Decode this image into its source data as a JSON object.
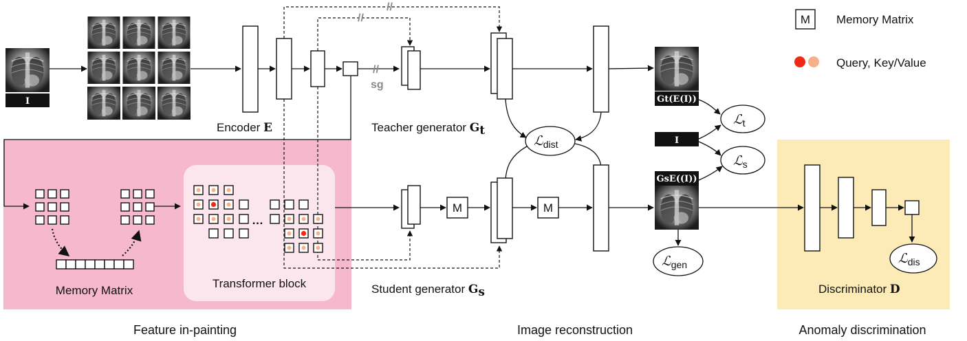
{
  "legend": {
    "memory_glyph": "M",
    "memory_label": "Memory Matrix",
    "query_label": "Query, Key/Value",
    "query_color": "#ee2a13",
    "keyvalue_color": "#f4b18c"
  },
  "encoder": {
    "label": "Encoder ",
    "symbol": "E"
  },
  "teacher": {
    "label": "Teacher generator ",
    "symbol": "G",
    "sub": "t"
  },
  "student": {
    "label": "Student generator ",
    "symbol": "G",
    "sub": "s"
  },
  "discriminator": {
    "label": "Discriminator ",
    "symbol": "D"
  },
  "feature_panel": {
    "memory_label": "Memory Matrix",
    "transformer_label": "Transformer block",
    "ellipsis": "…",
    "color": "#f6b8cc"
  },
  "disc_panel_color": "#fcebb6",
  "input_image": {
    "tag": "I"
  },
  "teacher_output": {
    "tag": "Gt(E(I))"
  },
  "student_output": {
    "tag": "GsE((I))"
  },
  "target_tag": "I",
  "memory_block_glyph": "M",
  "stop_gradient": "sg",
  "stop_mark": "//",
  "losses": {
    "dist": {
      "symbol": "ℒ",
      "sub": "dist"
    },
    "t": {
      "symbol": "ℒ",
      "sub": "t"
    },
    "s": {
      "symbol": "ℒ",
      "sub": "s"
    },
    "gen": {
      "symbol": "ℒ",
      "sub": "gen"
    },
    "dis": {
      "symbol": "ℒ",
      "sub": "dis"
    }
  },
  "sections": {
    "feature": "Feature in-painting",
    "reconstruction": "Image reconstruction",
    "discrimination": "Anomaly discrimination"
  },
  "colors": {
    "xray_dark": "#1a1a1a",
    "xray_light": "#d9d9d9"
  }
}
